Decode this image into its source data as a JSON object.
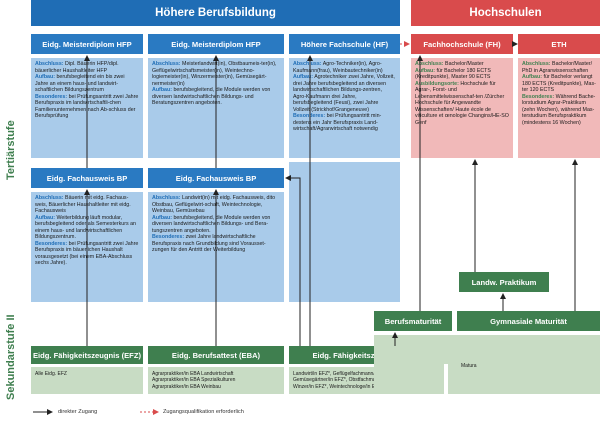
{
  "headers": {
    "hoehere": "Höhere Berufsbildung",
    "hochschulen": "Hochschulen"
  },
  "side": {
    "tertiaer": "Tertiärstufe",
    "sek": "Sekundarstufe II"
  },
  "boxes": {
    "meister_hfp_1": {
      "title": "Eidg. Meisterdiplom HFP",
      "lines": [
        {
          "label": "Abschluss:",
          "text": " Dipl. Bäuerin HFP/dipl. bäuerlicher Haushaltleiter HFP"
        },
        {
          "label": "Aufbau:",
          "text": " berufsbegleitend ein bis zwei Jahre an einem haus- und landwirt-schaftlichen Bildungszentrum"
        },
        {
          "label": "Besonderes:",
          "text": " bei Prüfungsantritt zwei Jahre Berufspraxis im landwirtschaftli-chen Familienunternehmen nach Ab-schluss der Berufsprüfung"
        }
      ]
    },
    "meister_hfp_2": {
      "title": "Eidg. Meisterdiplom HFP",
      "lines": [
        {
          "label": "Abschluss:",
          "text": " Meisterlandwirt(in), Obstbaumeis-ter(in), Geflügelwirtschaftsmeister(in), Weintechno-logiemeister(in), Winzermeister(in), Gemüsegärt-nermeister(in)"
        },
        {
          "label": "Aufbau:",
          "text": " berufsbegleitend, die Module werden von diversen landwirtschaftlichen Bildungs- und Beratungszentren angeboten."
        }
      ]
    },
    "hf": {
      "title": "Höhere Fachschule (HF)",
      "lines": [
        {
          "label": "Abschluss:",
          "text": " Agro-Techniker(in), Agro-Kaufmann(frau), Weinbautechniker(in)"
        },
        {
          "label": "Aufbau:",
          "text": " Agrotechniker zwei Jahre, Vollzeit, drei Jahre berufsbegleitend an diversen landwirtschaftlichen Bildungs-zentren, Agro-Kaufmann drei Jahre, berufsbegleitend (Feusi), zwei Jahre Vollzeit (Strickhof/Grangeneuve)"
        },
        {
          "label": "Besonderes:",
          "text": " bei Prüfungsantritt min-destens ein Jahr Berufspraxis Land-wirtschaft/Agrarwirtschaft notwendig"
        }
      ]
    },
    "fh": {
      "title": "Fachhochschule (FH)",
      "lines": [
        {
          "label": "Abschluss:",
          "text": " Bachelor/Master"
        },
        {
          "label": "Aufbau:",
          "text": " für Bachelor 180 ECTS (Kreditpunkte), Master 90 ECTS"
        },
        {
          "label": "Ausbildungsorte:",
          "text": " Hochschule für Agrar-, Forst- und Lebensmittelwissenschaf-ten /Zürcher Hochschule für Angewandte Wissenschaften/ Haute école de viticulture et œnologie Changins/HE-SO Genf"
        }
      ]
    },
    "eth": {
      "title": "ETH",
      "lines": [
        {
          "label": "Abschluss:",
          "text": " Bachelor/Master/ PhD in Agrarwissenschaften"
        },
        {
          "label": "Aufbau:",
          "text": " für Bachelor verlangt 180 ECTS (Kreditpunkte), Mas-ter 120 ECTS"
        },
        {
          "label": "Besonderes:",
          "text": " Während Bache-lorstudium Agrar-Praktikum (zehn Wochen), während Mas-terstudium Berufspraktikum (mindestens 16 Wochen)"
        }
      ]
    },
    "bp_1": {
      "title": "Eidg. Fachausweis BP",
      "lines": [
        {
          "label": "Abschluss:",
          "text": " Bäuerin mit eidg. Fachaus-weis, Bäuerlicher Haushaltleiter mit eidg. Fachausweis"
        },
        {
          "label": "Aufbau:",
          "text": " Weiterbildung läuft modular, berufsbegleitend oder als Semesterkurs an einem haus- und landwirtschaftlichen Bildungszentrum."
        },
        {
          "label": "Besonderes:",
          "text": " bei Prüfungsantritt zwei Jahre Berufspraxis im bäuerlichen Haushalt vorausgesetzt (bei einem EBA-Abschluss sechs Jahre)."
        }
      ]
    },
    "bp_2": {
      "title": "Eidg. Fachausweis BP",
      "lines": [
        {
          "label": "Abschluss:",
          "text": " Landwirt(in) mit eidg. Fachausweis, dito Obstbau, Geflügelwirt-schaft, Weintechnologie, Weinbau, Gemüsebau"
        },
        {
          "label": "Aufbau:",
          "text": " berufsbegleitend, die Module werden von diversen landwirtschaftlichen Bildungs- und Bera-tungszentren angeboten."
        },
        {
          "label": "Besonderes:",
          "text": " zwei Jahre landwirtschaftliche Berufspraxis nach Grundbildung sind Vorausset-zungen für den Antritt der Weiterbildung"
        }
      ]
    },
    "efz_1": {
      "title": "Eidg. Fähigkeitszeugnis (EFZ)",
      "items": [
        "Alle Eidg. EFZ"
      ]
    },
    "eba": {
      "title": "Eidg. Berufsattest (EBA)",
      "items": [
        "Agrarpraktiker/in EBA Landwirtschaft",
        "Agrarpraktiker/in EBA Spezialkulturen",
        "Agrarpraktiker/in EBA Weinbau"
      ]
    },
    "efz_2": {
      "title": "Eidg. Fähigkeitszeugnis (EFZ)",
      "items": [
        "Landwirt/in EFZ*, Geflügelfachmann/-frau EFZ*,",
        "Gemüsegärtner/in EFZ*, Obstfachmann/-frau*,",
        "Winzer/in EFZ*, Weintechnologe/in EFZ"
      ]
    },
    "berufsmaturitaet": {
      "title": "Berufsmaturität"
    },
    "gymnasiale": {
      "title": "Gymnasiale Maturität",
      "items": [
        "Matura"
      ]
    },
    "praktikum": {
      "title": "Landw. Praktikum"
    }
  },
  "legend": {
    "direct": "direkter Zugang",
    "qualification": "Zugangsqualifikation erforderlich"
  },
  "colors": {
    "blue": "#1f6db5",
    "red": "#d94b4c",
    "green": "#3f7f4f"
  }
}
